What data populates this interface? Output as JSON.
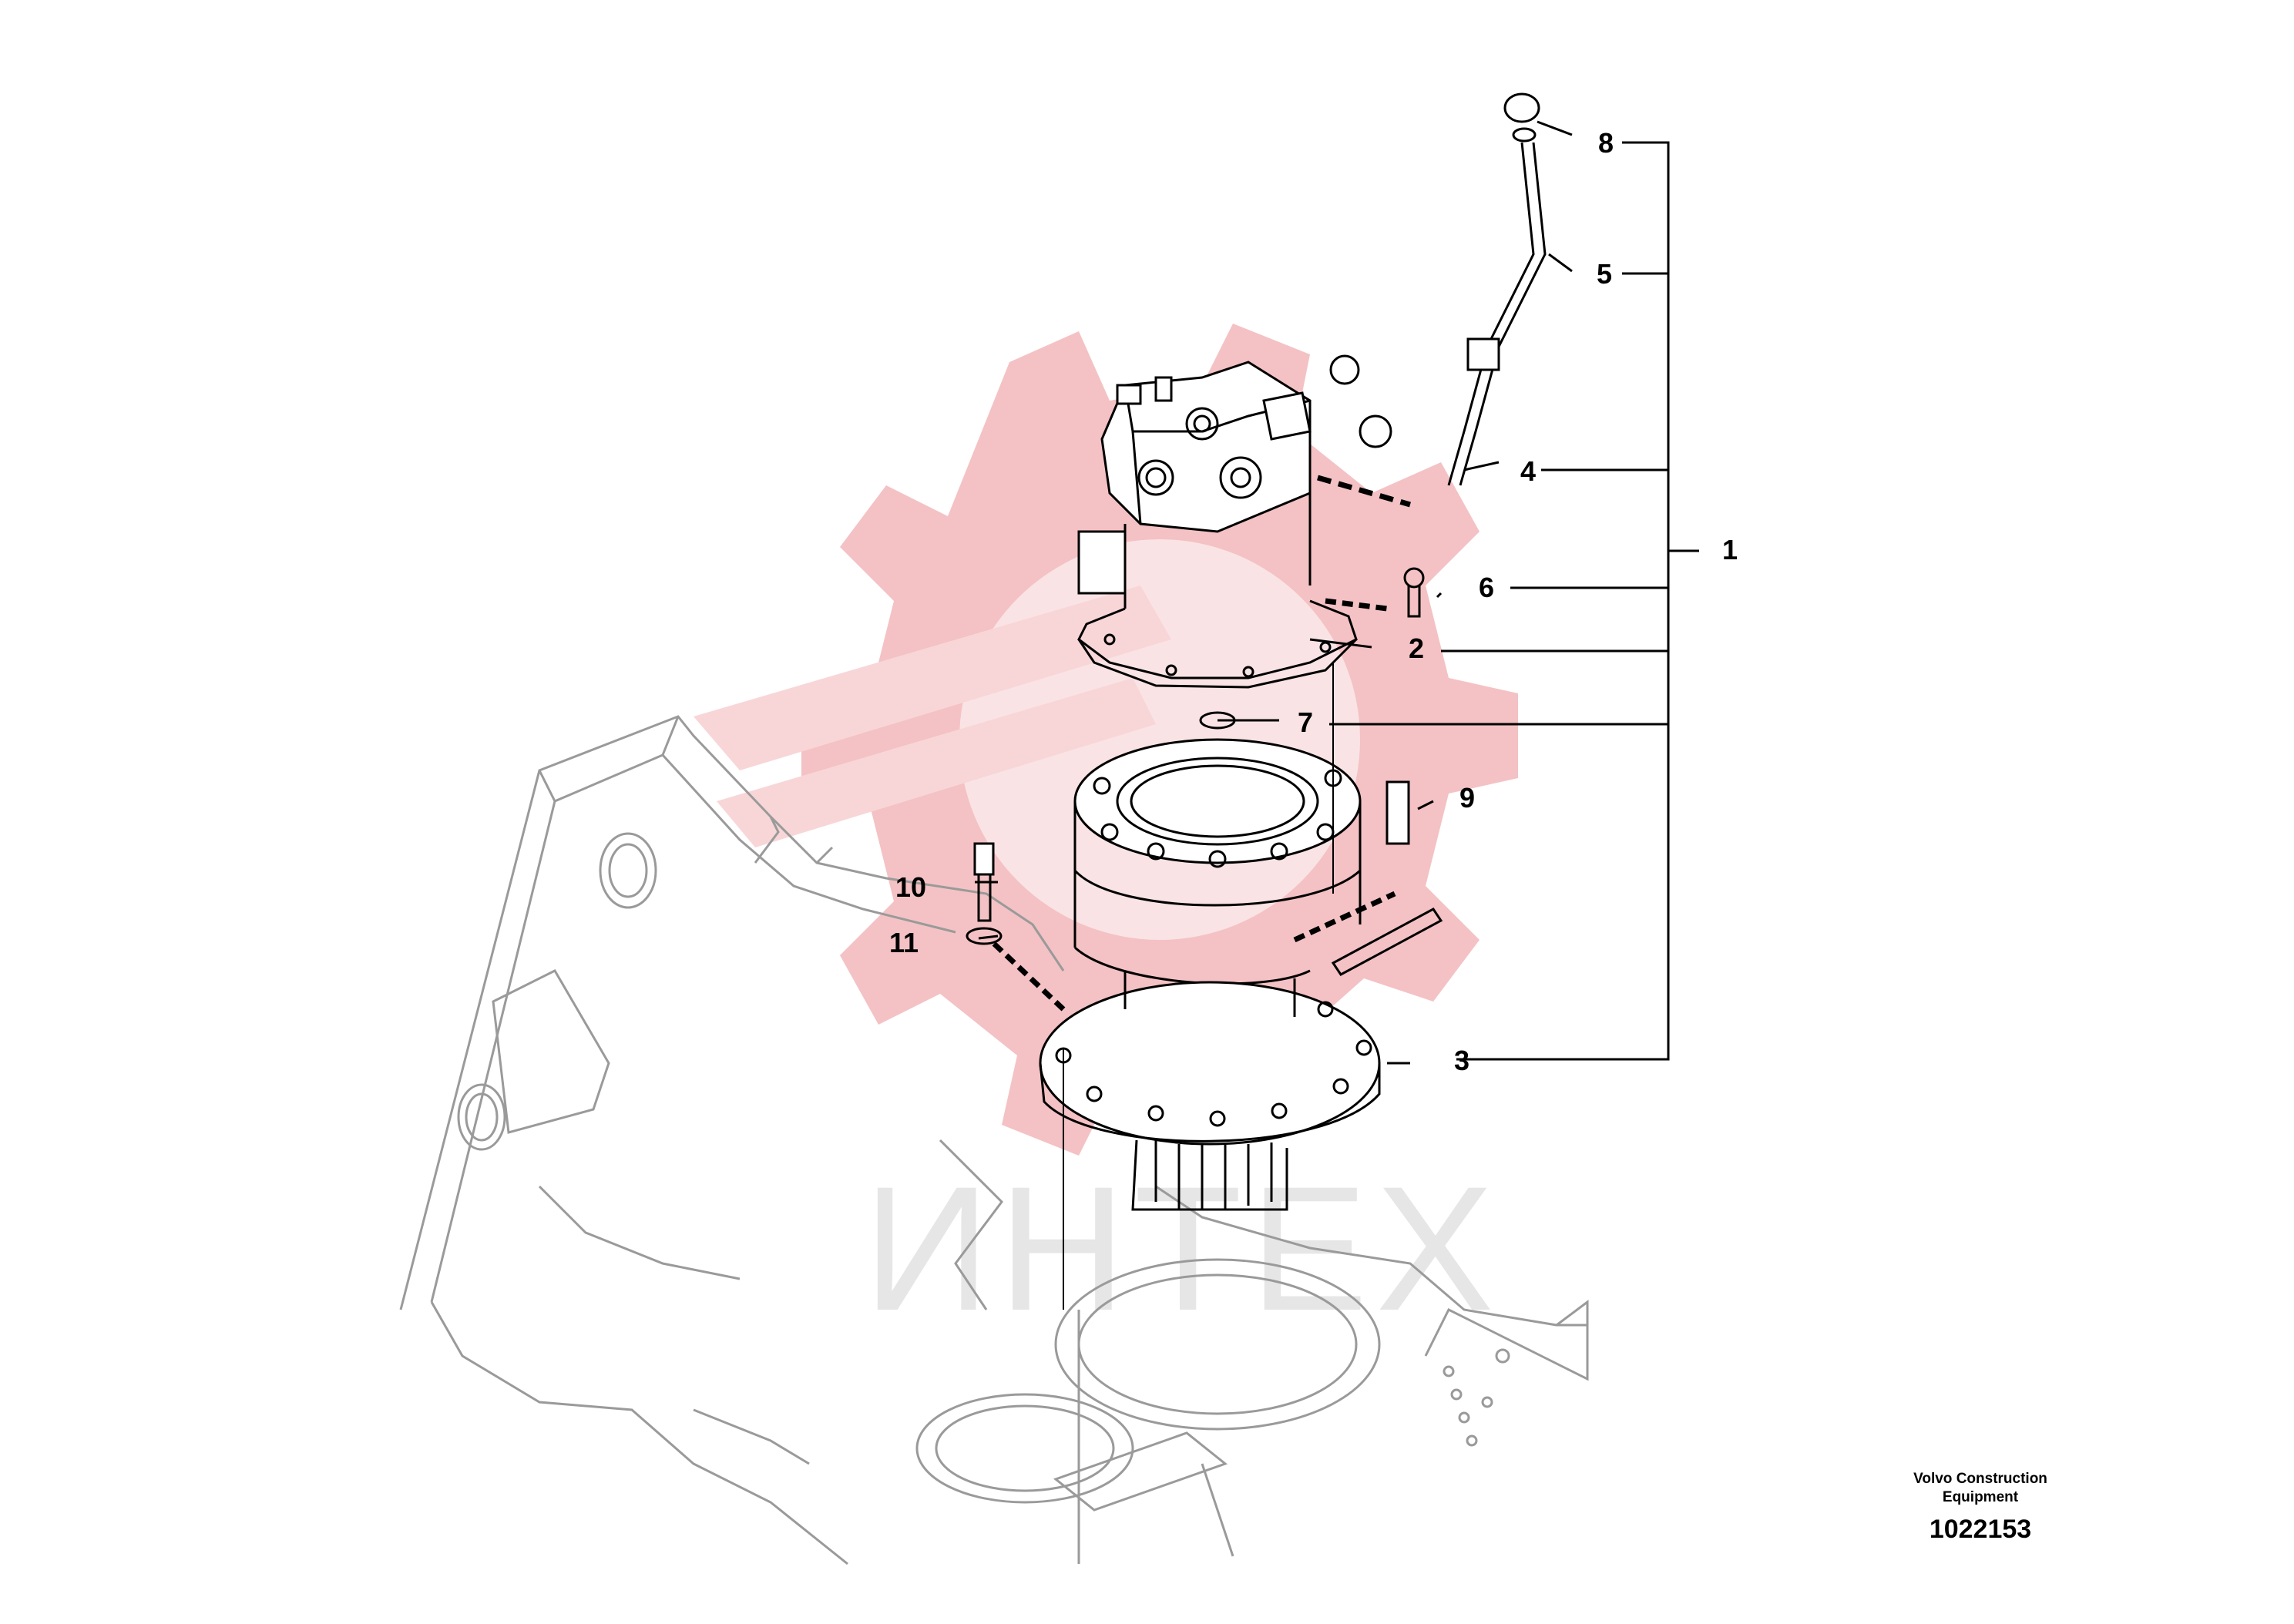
{
  "diagram": {
    "callouts": [
      {
        "id": "1",
        "label": "1"
      },
      {
        "id": "2",
        "label": "2"
      },
      {
        "id": "3",
        "label": "3"
      },
      {
        "id": "4",
        "label": "4"
      },
      {
        "id": "5",
        "label": "5"
      },
      {
        "id": "6",
        "label": "6"
      },
      {
        "id": "7",
        "label": "7"
      },
      {
        "id": "8",
        "label": "8"
      },
      {
        "id": "9",
        "label": "9"
      },
      {
        "id": "10",
        "label": "10"
      },
      {
        "id": "11",
        "label": "11"
      }
    ],
    "caption": {
      "manufacturer_line1": "Volvo Construction",
      "manufacturer_line2": "Equipment",
      "figure_number": "1022153"
    },
    "watermark": {
      "text": "ИНТЕХ",
      "gear_color": "#f4c2c4",
      "text_color": "#e6e6e6"
    },
    "colors": {
      "line": "#000000",
      "background": "#ffffff"
    }
  }
}
